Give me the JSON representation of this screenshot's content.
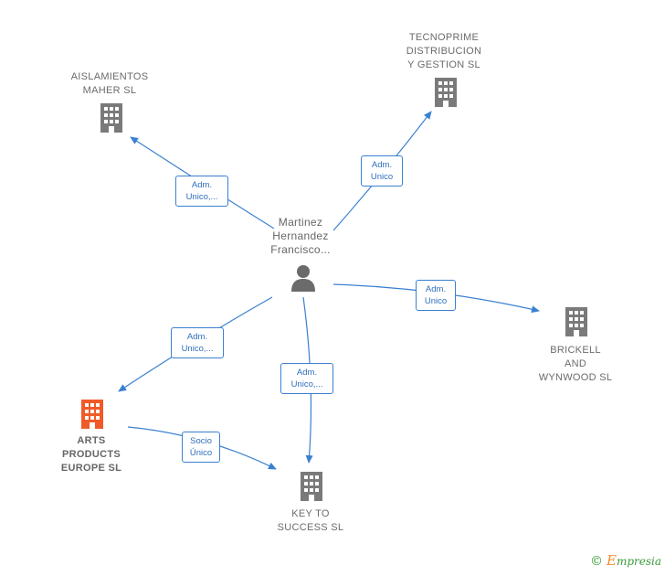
{
  "nodes": {
    "aislamientos": {
      "label": "AISLAMIENTOS\nMAHER  SL"
    },
    "tecnoprime": {
      "label": "TECNOPRIME\nDISTRIBUCION\nY GESTION  SL"
    },
    "person": {
      "label": "Martinez\nHernandez\nFrancisco..."
    },
    "brickell": {
      "label": "BRICKELL\nAND\nWYNWOOD  SL"
    },
    "arts": {
      "label": "ARTS\nPRODUCTS\nEUROPE  SL"
    },
    "keyto": {
      "label": "KEY TO\nSUCCESS  SL"
    }
  },
  "edges": {
    "to_aislamientos": "Adm.\nUnico,...",
    "to_tecnoprime": "Adm.\nUnico",
    "to_brickell": "Adm.\nUnico",
    "to_arts": "Adm.\nUnico,...",
    "to_keyto": "Adm.\nUnico,...",
    "arts_to_keyto": "Socio\nÚnico"
  },
  "footer": {
    "copyright": "©",
    "brand_initial": "E",
    "brand_rest": "mpresia"
  },
  "colors": {
    "edge": "#3a80d0",
    "building": "#7a7a7a",
    "building_highlight": "#f05a28",
    "person": "#6b6b6b"
  }
}
